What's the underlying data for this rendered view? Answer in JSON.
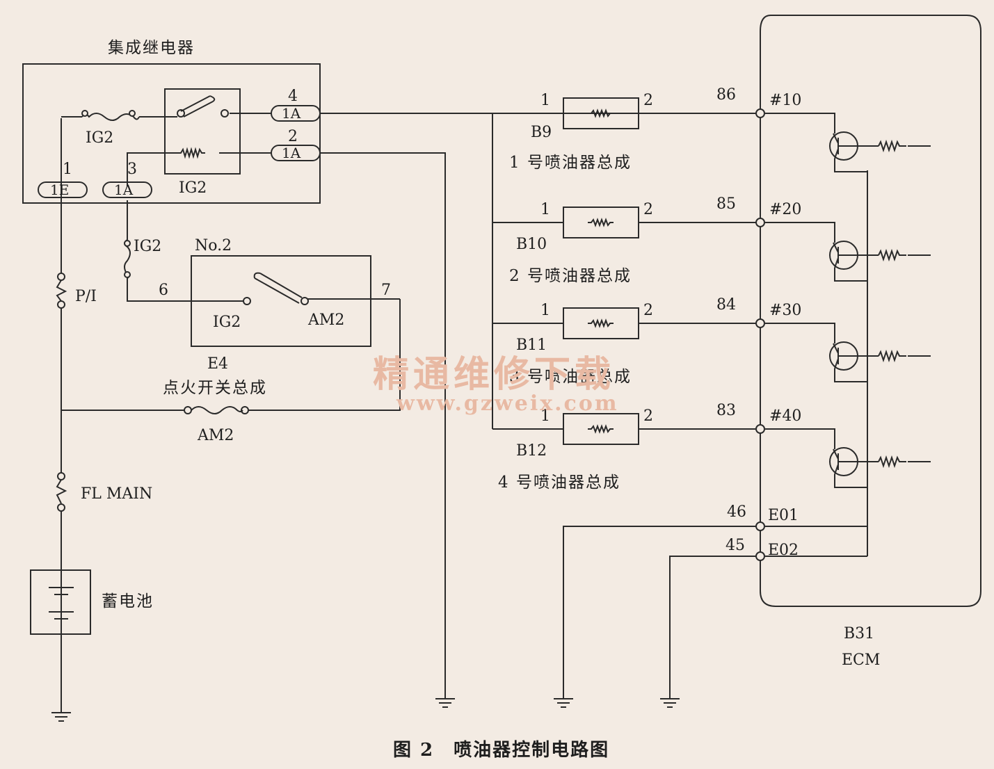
{
  "colors": {
    "background": "#f3ebe3",
    "line": "#2a2a2a",
    "watermark": "#e8b9a3"
  },
  "relay": {
    "title": "集成继电器",
    "fuse_label": "IG2",
    "coil_label": "IG2",
    "pin_4": "4",
    "pin_2": "2",
    "pin_1": "1",
    "pin_3": "3",
    "conn_4": "1A",
    "conn_2": "1A",
    "conn_1": "1E",
    "conn_3": "1A"
  },
  "ig2_fuse_label": "IG2",
  "pi_fuse_label": "P/I",
  "fl_main_label": "FL MAIN",
  "am2_fuse_label": "AM2",
  "battery_label": "蓄电池",
  "ignition_switch": {
    "top_label": "No.2",
    "pin_6": "6",
    "pin_7": "7",
    "ig2_label": "IG2",
    "am2_label": "AM2",
    "id": "E4",
    "name": "点火开关总成"
  },
  "injectors": [
    {
      "pin_left": "1",
      "pin_right": "2",
      "id": "B9",
      "name": "1 号喷油器总成",
      "ecm_pin": "86",
      "ecm_terminal": "#10"
    },
    {
      "pin_left": "1",
      "pin_right": "2",
      "id": "B10",
      "name": "2 号喷油器总成",
      "ecm_pin": "85",
      "ecm_terminal": "#20"
    },
    {
      "pin_left": "1",
      "pin_right": "2",
      "id": "B11",
      "name": "3 号喷油器总成",
      "ecm_pin": "84",
      "ecm_terminal": "#30"
    },
    {
      "pin_left": "1",
      "pin_right": "2",
      "id": "B12",
      "name": "4 号喷油器总成",
      "ecm_pin": "83",
      "ecm_terminal": "#40"
    }
  ],
  "ecm": {
    "ground_1_pin": "46",
    "ground_1_terminal": "E01",
    "ground_2_pin": "45",
    "ground_2_terminal": "E02",
    "id": "B31",
    "name": "ECM"
  },
  "watermark": {
    "line1": "精通维修下载",
    "line2": "www.gzweix.com"
  },
  "caption": "图 2　喷油器控制电路图"
}
